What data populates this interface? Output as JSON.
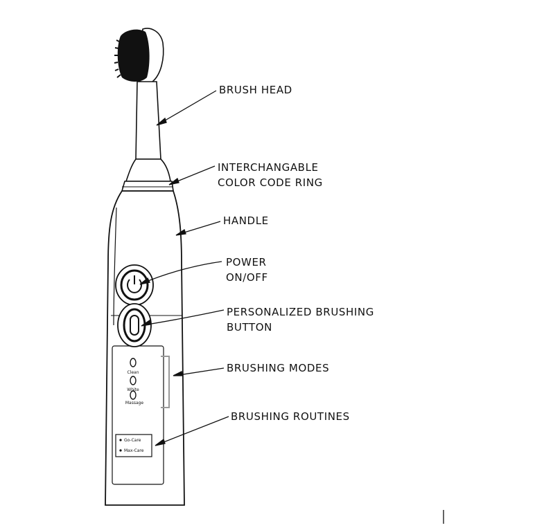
{
  "labels": {
    "brush_head": "BRUSH HEAD",
    "color_ring_line1": "INTERCHANGABLE",
    "color_ring_line2": "COLOR CODE RING",
    "handle": "HANDLE",
    "power_line1": "POWER",
    "power_line2": "ON/OFF",
    "personalized_line1": "PERSONALIZED BRUSHING",
    "personalized_line2": "BUTTON",
    "brushing_modes": "BRUSHING MODES",
    "brushing_routines": "BRUSHING ROUTINES"
  },
  "mode_indicators": [
    "Clean",
    "White",
    "Massage"
  ],
  "routine_indicators": [
    "Go-Care",
    "Max-Care"
  ]
}
